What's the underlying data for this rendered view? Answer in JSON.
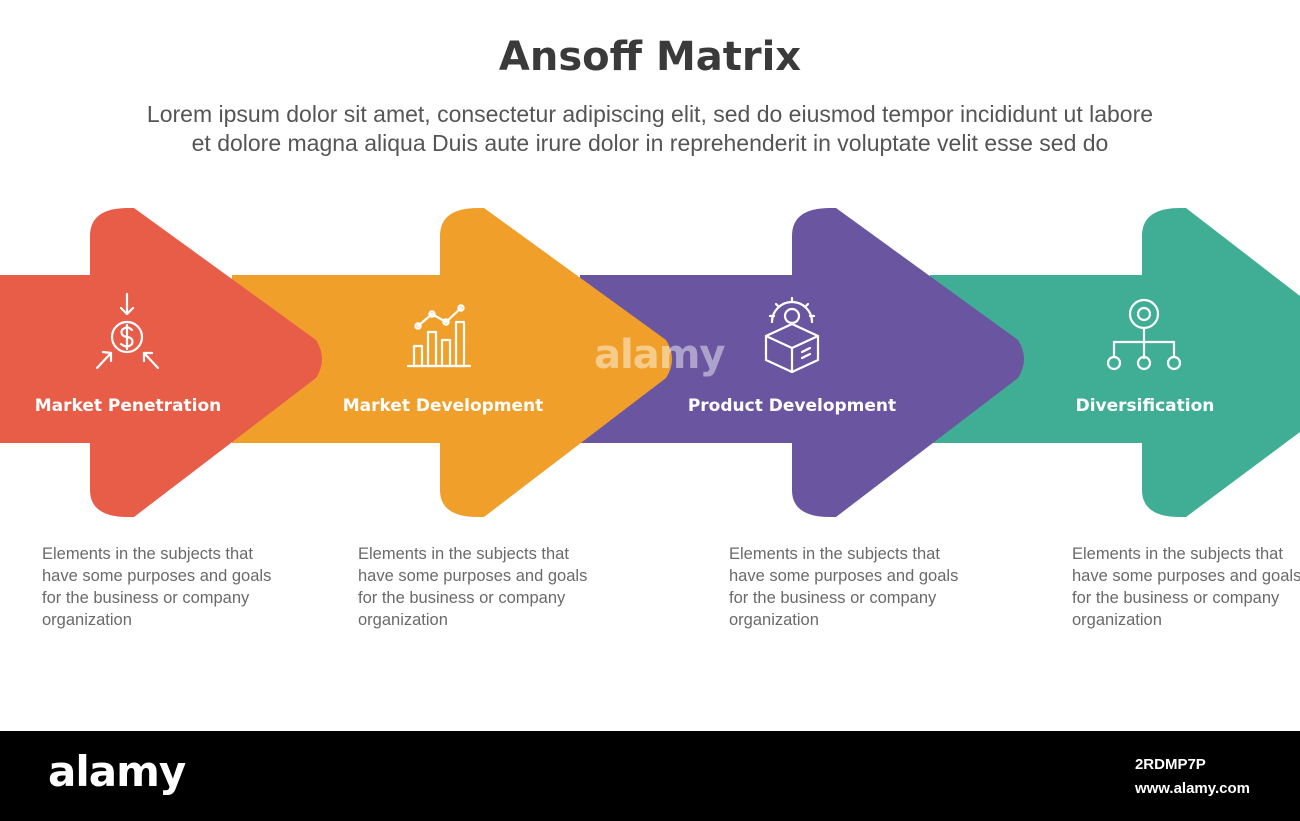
{
  "header": {
    "title": "Ansoff Matrix",
    "subtitle_line1": "Lorem ipsum dolor sit amet, consectetur adipiscing elit, sed do eiusmod tempor incididunt ut labore",
    "subtitle_line2": "et dolore magna aliqua Duis aute irure dolor in reprehenderit in voluptate velit esse sed do"
  },
  "steps": [
    {
      "label": "Market Penetration",
      "icon": "dollar-coin-arrows-icon",
      "color": "#E85D48",
      "description": "Elements in the subjects that have some purposes and goals for the  business or company organization"
    },
    {
      "label": "Market Development",
      "icon": "bar-chart-trend-icon",
      "color": "#F0A02A",
      "description": "Elements in the subjects that have some purposes and goals for the  business or company organization"
    },
    {
      "label": "Product Development",
      "icon": "gear-box-icon",
      "color": "#6A56A0",
      "description": "Elements in the subjects that have some purposes and goals for the  business or company organization"
    },
    {
      "label": "Diversification",
      "icon": "hierarchy-network-icon",
      "color": "#3FAE94",
      "description": "Elements in the subjects that have some purposes and goals for the  business or company organization"
    }
  ],
  "watermark": {
    "center_text": "alamy",
    "brand": "alamy",
    "image_code": "2RDMP7P",
    "site": "www.alamy.com"
  }
}
